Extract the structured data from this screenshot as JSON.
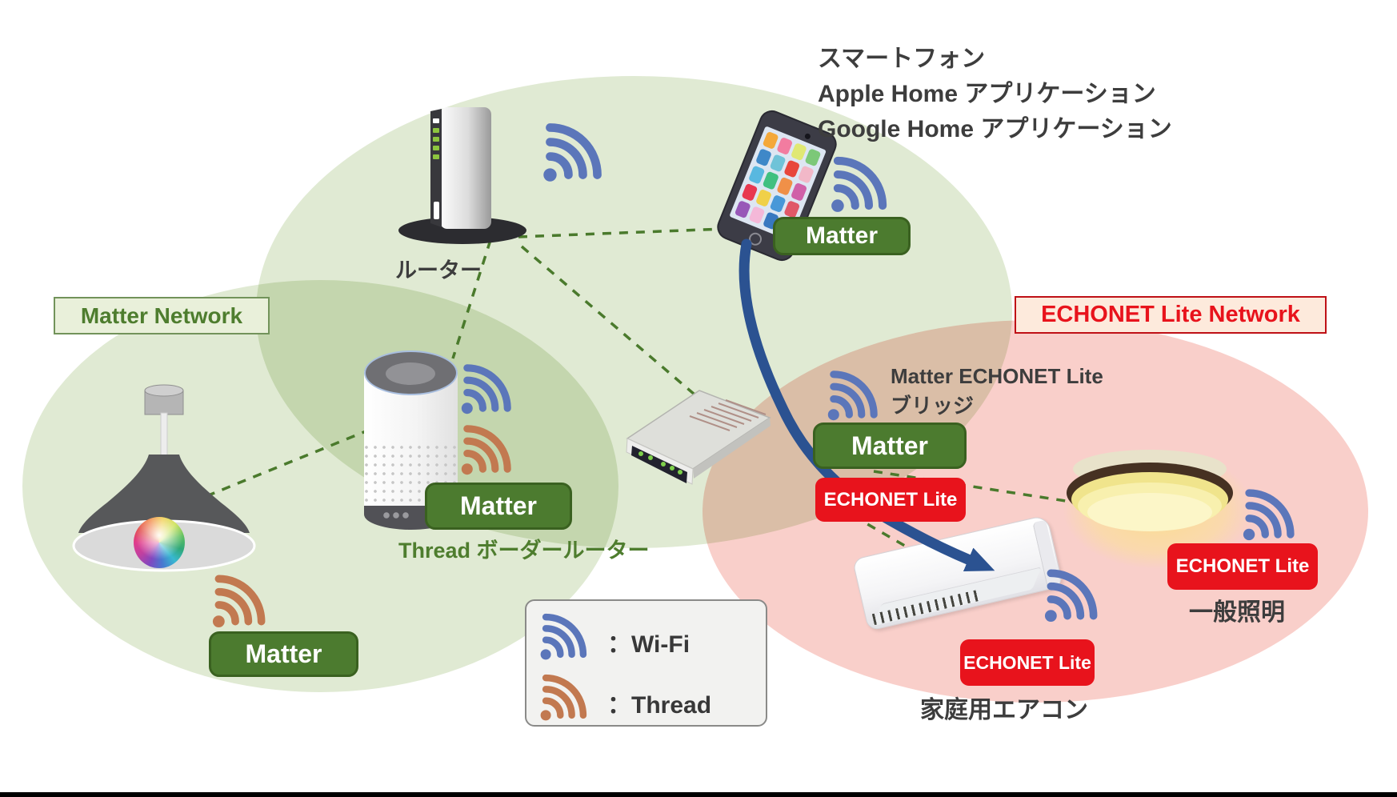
{
  "colors": {
    "matter_green": "#4c7b2f",
    "echonet_red": "#e8131c",
    "wifi_blue": "#5b76ba",
    "thread_orange": "#c27950",
    "dash_green": "#4a7a2c",
    "arrow_blue": "#2b5291",
    "zone_green": "#e0ead3",
    "zone_pink": "#f9cfca"
  },
  "captions": {
    "smartphone_line1": "スマートフォン",
    "smartphone_line2": "Apple Home アプリケーション",
    "smartphone_line3": "Google Home アプリケーション"
  },
  "network_labels": {
    "matter": "Matter Network",
    "echonet": "ECHONET Lite Network"
  },
  "badges": {
    "matter": "Matter",
    "echonet_lite": "ECHONET Lite"
  },
  "device_labels": {
    "router": "ルーター",
    "thread_border_router": "Thread ボーダールーター",
    "bridge_line1": "Matter ECHONET Lite",
    "bridge_line2": "ブリッジ",
    "general_lighting": "一般照明",
    "home_air_conditioner": "家庭用エアコン"
  },
  "legend": {
    "wifi": "：Wi-Fi",
    "thread": "：Thread"
  },
  "icons": {
    "wifi": "wifi-signal-icon",
    "thread": "thread-signal-icon"
  },
  "phone_app_colors": [
    "#f4a83a",
    "#f27ca0",
    "#e0e873",
    "#7cc878",
    "#3f88c8",
    "#6fc3d8",
    "#e8463c",
    "#f2b8c8",
    "#58b8e0",
    "#40c080",
    "#f09048",
    "#d060a8",
    "#e83850",
    "#f0d048",
    "#4898d8",
    "#e05868",
    "#9858b8",
    "#f4b8d8",
    "#3878c0",
    "#e86830"
  ]
}
